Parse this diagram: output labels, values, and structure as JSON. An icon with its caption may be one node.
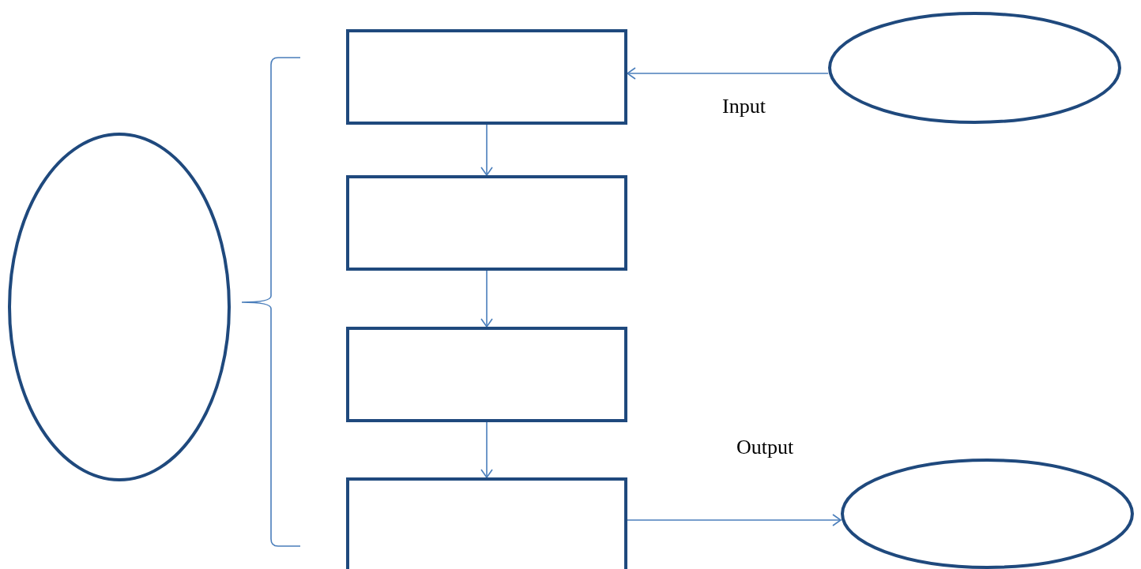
{
  "diagram": {
    "nodes": [
      {
        "text": [],
        "shape": "circle"
      },
      {
        "text": [],
        "shape": "box"
      },
      {
        "text": [],
        "shape": "box"
      },
      {
        "text": [],
        "shape": "box"
      },
      {
        "text": [],
        "shape": "box"
      },
      {
        "text": [],
        "shape": "circle"
      },
      {
        "text": [],
        "shape": "circle"
      }
    ],
    "edges": [
      {
        "from": 5,
        "to": 1,
        "arrow": "to",
        "label": "Input"
      },
      {
        "from": 1,
        "to": 2,
        "arrow": "to"
      },
      {
        "from": 2,
        "to": 3,
        "arrow": "to"
      },
      {
        "from": 3,
        "to": 4,
        "arrow": "to"
      },
      {
        "from": 4,
        "to": 6,
        "arrow": "to",
        "label": "Output"
      }
    ]
  }
}
